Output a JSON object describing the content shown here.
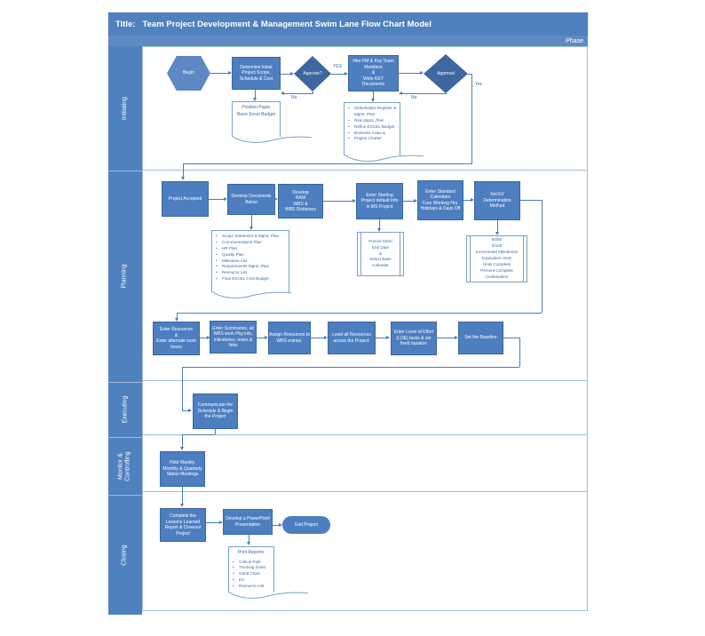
{
  "colors": {
    "header_blue": "#4e81bd",
    "phase_blue": "#5e8bc4",
    "lane_label_blue": "#4e81bd",
    "process_fill": "#4d7ec0",
    "process_border": "#3a66a3",
    "decision_fill": "#3e66a0",
    "hexagon_fill": "#5d88c4",
    "connector": "#4a7cba",
    "doc_border": "#7ba0cc",
    "doc_text": "#3c69a5",
    "lane_border": "#a3bcd9"
  },
  "title_bar": {
    "prefix": "Title:",
    "text": "Team Project Development & Management Swim Lane Flow Chart Model"
  },
  "phase_bar": {
    "label": "Phase"
  },
  "lanes": {
    "initiating": "Initiating",
    "planning": "Planning",
    "executing": "Executing",
    "monitoring": "Monitor &\nControlling",
    "closing": "Closing"
  },
  "initiating": {
    "begin": "Begin",
    "determine": "Determine Initial\nProject Scope,\nSchedule & Cost",
    "approve": "Approve?",
    "approve_yes_label": "YES",
    "approve_no_label": "No",
    "hire": "Hire PM & Key Team\nMembers\n&\nWrite KEY\nDocuments",
    "approval": "Approval",
    "approval_no_label": "No",
    "approval_yes_label": "Yes",
    "position_doc": "Position Paper\nBasic Excel Budget",
    "stakeholder_doc_items": [
      "Stakeholder Register & Mgmt. Plan",
      "Risk Mgmt. Plan",
      "Refine EXCEL Budget",
      "Business Case &",
      "Project Charter"
    ]
  },
  "planning": {
    "project_accepted": "Project Accepted",
    "develop_docs": "Develop Documents\nBelow",
    "develop_ram": "Develop\nRAM\nWBS &\nWBS Dictionary",
    "enter_starting": "Enter Starting\nProject default Info\nin MS Project",
    "enter_standard": "Enter Standard\nCalendars\nCore Working Hrs.\nHolidays & Days Off",
    "set_ev": "Set EV\nDetermination\nMethod",
    "scope_doc_items": [
      "Scope Statement & Mgmt. Plan",
      "Communications Plan",
      "HR Plan",
      "Quality Plan",
      "Milestone List",
      "Requirements Mgmt. Plan",
      "Resource List",
      "Final EXCEL Cost Budget"
    ],
    "forced_predef": "Forced Start/\nEnd Date\n&\nSelect Base\nCalendar",
    "ev_predef": "50/50\n0/100\nIncremental Milestones\nEquivalent Units\nUnits Complete\nPercent Complete\nCombination",
    "enter_resources": "Enter Resources\n&\nEnter alternate work\nhours",
    "enter_summaries": "Enter Summaries, all\nWBS work Pkg info,\nmilestones, notes &\nlinks",
    "assign_resources": "Assign Resources to\nWBS entries.",
    "level_resources": "Level all Resources\nacross the Project.",
    "enter_loe": "Enter Level of Effort\n(LOE) tasks & set\nfixed duration",
    "set_baseline": "Set the Baseline"
  },
  "executing": {
    "communicate": "Communicate the\nSchedule & Begin\nthe Project"
  },
  "monitoring": {
    "hold_meetings": "Hold Weekly,\nMonthly & Quarterly\nStatus Meetings"
  },
  "closing": {
    "complete_lessons": "Complete the\nLessons Learned\nReport & Closeout\nProject",
    "develop_ppt": "Develop a PowerPoint\nPresentation",
    "end_project": "End Project",
    "print_doc_title": "Print Reports:",
    "print_doc_items": [
      "Critical Path",
      "Tracking Gantt",
      "Gantt Chart",
      "EV",
      "Resource List"
    ]
  }
}
